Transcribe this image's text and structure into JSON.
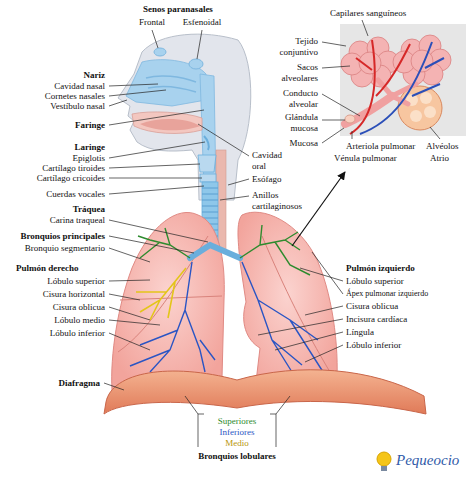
{
  "diagram": {
    "labels": [
      "Senos paranasales",
      "Frontal",
      "Esfenoidal",
      "Capilares sanguíneos",
      "Tejido conjuntivo",
      "Sacos alveolares",
      "Conducto alveolar",
      "Glándula mucosa",
      "Mucosa",
      "Arteriola pulmonar",
      "Vénula pulmonar",
      "Alvéolos",
      "Atrio",
      "Nariz",
      "Cavidad nasal",
      "Cornetes nasales",
      "Vestíbulo nasal",
      "Faringe",
      "Laringe",
      "Epiglotis",
      "Cartílago tiroides",
      "Cartílago cricoides",
      "Cavidad oral",
      "Esófago",
      "Cuerdas vocales",
      "Tráquea",
      "Carina traqueal",
      "Anillos cartilaginosos",
      "Bronquios principales",
      "Bronquio segmentario",
      "Pulmón derecho",
      "Lóbulo superior",
      "Pulmón izquierdo",
      "Lóbulo superior",
      "Ápex pulmonar izquierdo",
      "Cisura horizontal",
      "Cisura oblicua",
      "Cisura oblicua",
      "Lóbulo medio",
      "Incisura cardíaca",
      "Língula",
      "Lóbulo inferior",
      "Lóbulo inferior",
      "Diafragma",
      "Superiores",
      "Inferiores",
      "Medio",
      "Bronquios lobulares",
      "Pequeocio"
    ]
  }
}
